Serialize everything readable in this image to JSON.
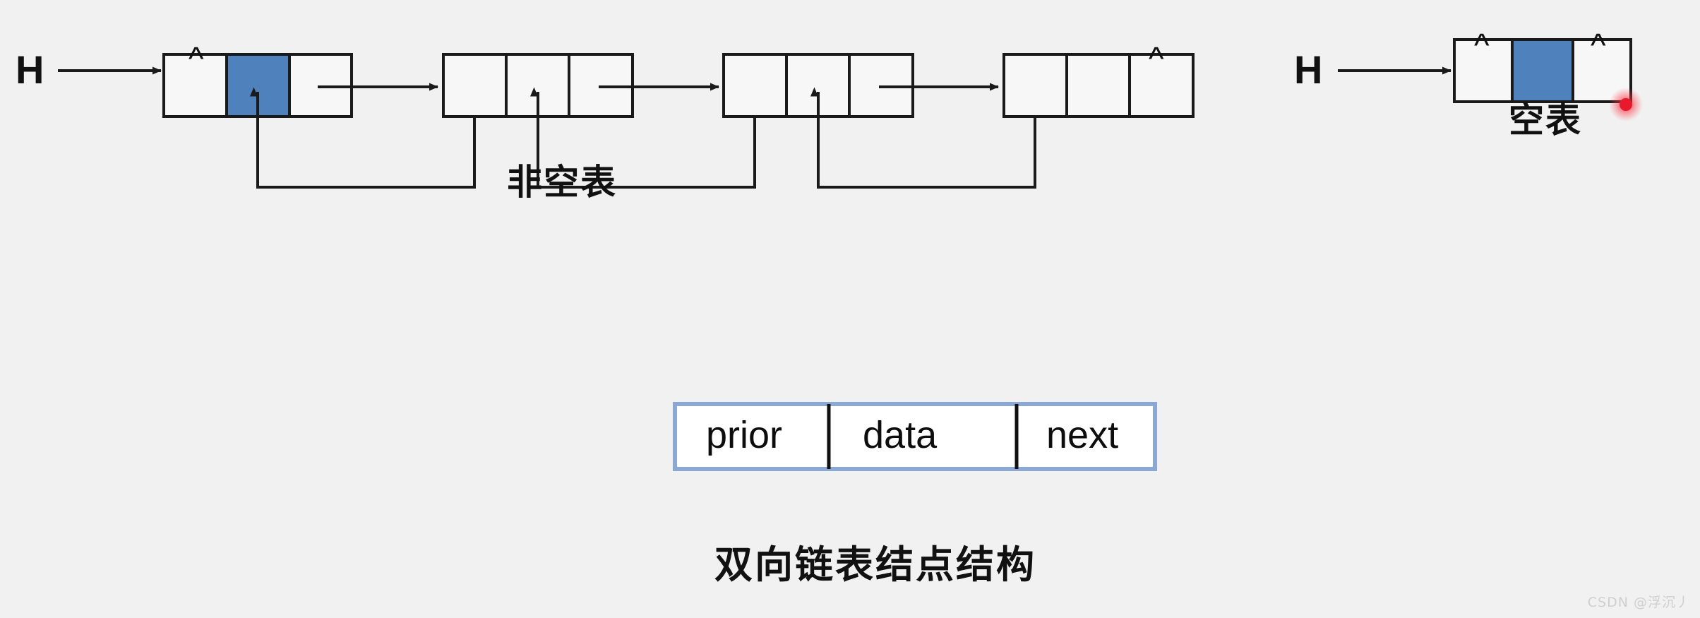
{
  "page": {
    "background_color": "#f1f1f1",
    "stroke_color": "#1a1a1a",
    "data_fill_color": "#4f81bd",
    "node_fill_color": "#f7f7f7",
    "node_struct_border_color": "#8ba7d3",
    "marker_color": "#e8192c"
  },
  "nonempty_list": {
    "head_label": "H",
    "caption": "非空表",
    "nodes": [
      {
        "prior": "^",
        "data": "",
        "next": "",
        "data_filled": true
      },
      {
        "prior": "",
        "data": "",
        "next": "",
        "data_filled": false
      },
      {
        "prior": "",
        "data": "",
        "next": "",
        "data_filled": false
      },
      {
        "prior": "",
        "data": "",
        "next": "^",
        "data_filled": false
      }
    ]
  },
  "empty_list": {
    "head_label": "H",
    "caption": "空表",
    "node": {
      "prior": "^",
      "data": "",
      "next": "^",
      "data_filled": true
    }
  },
  "node_structure": {
    "caption": "双向链表结点结构",
    "fields": [
      "prior",
      "data",
      "next"
    ]
  },
  "watermark": {
    "text": "CSDN @浮沉丿"
  }
}
